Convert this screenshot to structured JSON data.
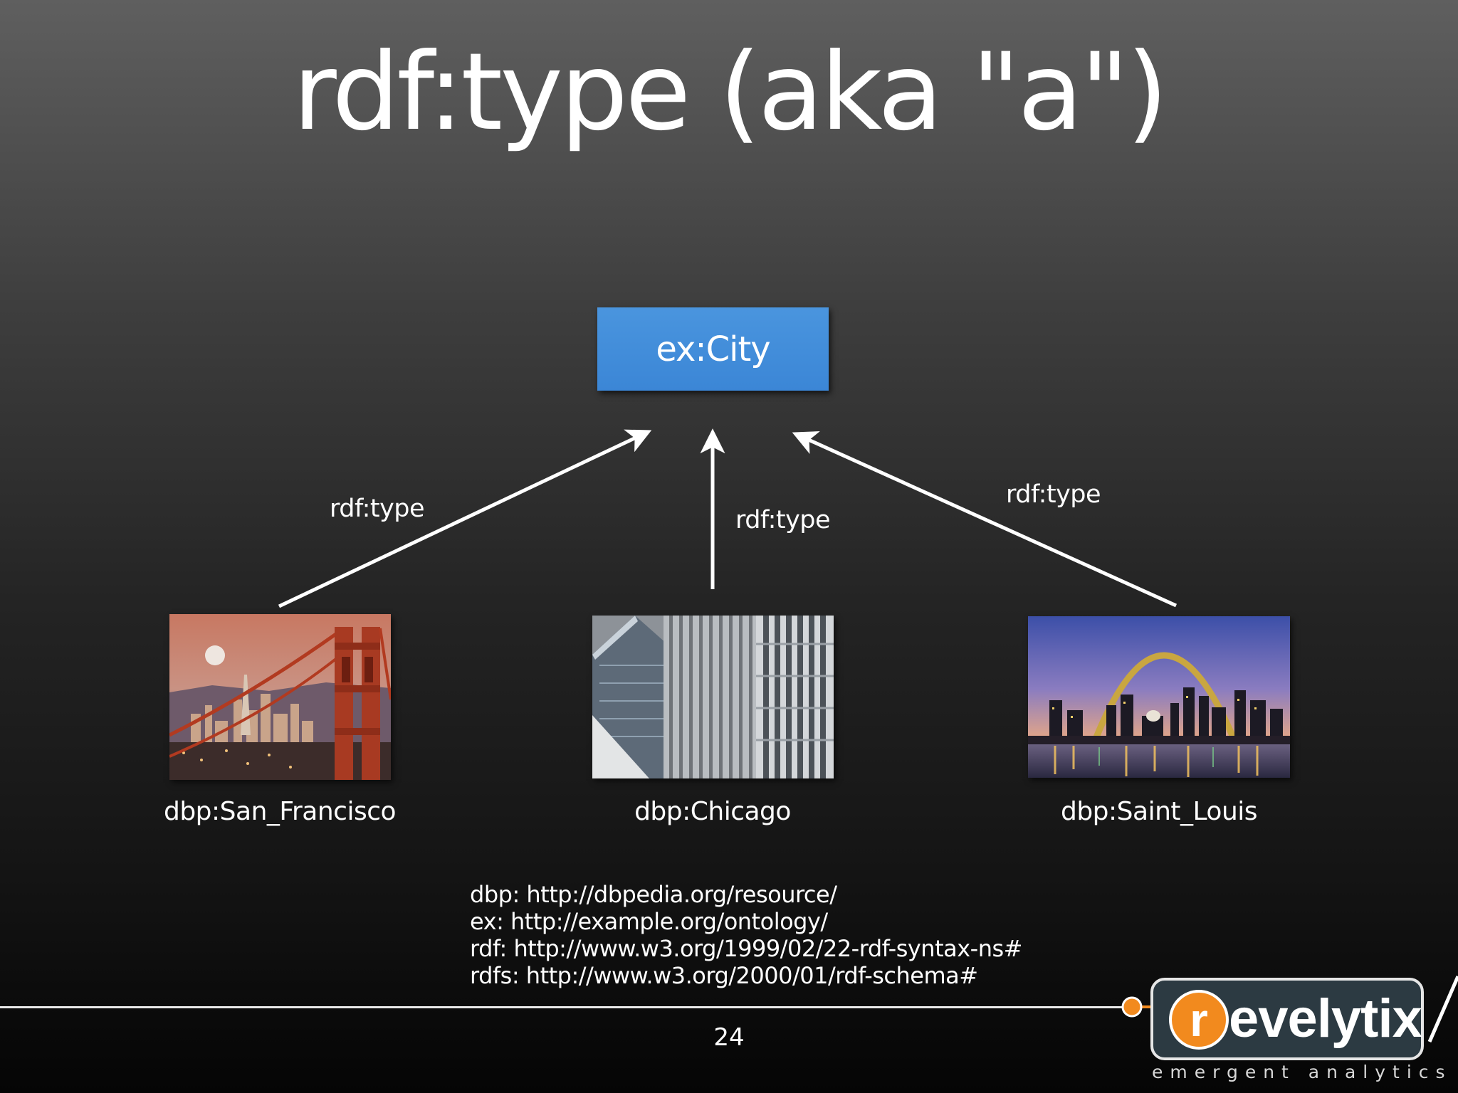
{
  "slide": {
    "title": "rdf:type (aka \"a\")",
    "page_number": "24"
  },
  "diagram": {
    "class_node": {
      "label": "ex:City",
      "color": "#3d8ad9"
    },
    "edges": [
      {
        "label": "rdf:type",
        "from": "dbp:San_Francisco",
        "to": "ex:City"
      },
      {
        "label": "rdf:type",
        "from": "dbp:Chicago",
        "to": "ex:City"
      },
      {
        "label": "rdf:type",
        "from": "dbp:Saint_Louis",
        "to": "ex:City"
      }
    ],
    "instances": [
      {
        "label": "dbp:San_Francisco"
      },
      {
        "label": "dbp:Chicago"
      },
      {
        "label": "dbp:Saint_Louis"
      }
    ]
  },
  "prefixes": [
    "dbp: http://dbpedia.org/resource/",
    "ex: http://example.org/ontology/",
    "rdf: http://www.w3.org/1999/02/22-rdf-syntax-ns#",
    "rdfs: http://www.w3.org/2000/01/rdf-schema#"
  ],
  "logo": {
    "mark": "r",
    "name": "evelytix",
    "tagline": "emergent analytics",
    "accent_color": "#f28a1e"
  }
}
